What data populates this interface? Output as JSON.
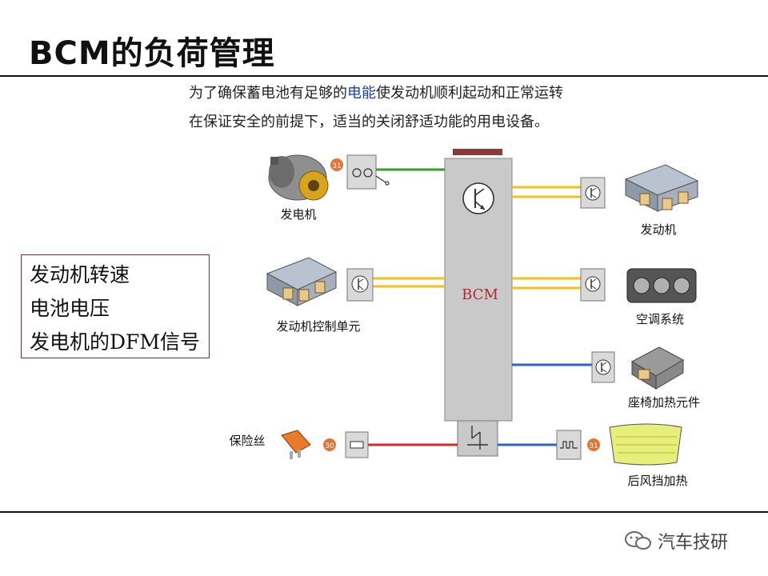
{
  "slide": {
    "title": "BCM的负荷管理",
    "intro_line1_pre": "为了确保蓄电池有足够的",
    "intro_line1_highlight": "电能",
    "intro_line1_post": "使发动机顺利起动和正常运转",
    "intro_line2": "在保证安全的前提下，适当的关闭舒适功能的用电设备。",
    "inputs": [
      "发动机转速",
      "电池电压",
      "发电机的DFM信号"
    ],
    "watermark": "汽车技研"
  },
  "diagram": {
    "center_label": "BCM",
    "left_components": {
      "generator": "发电机",
      "engine_ecu": "发动机控制单元",
      "fuse": "保险丝"
    },
    "right_components": {
      "engine": "发动机",
      "ac": "空调系统",
      "seat_heater": "座椅加热元件",
      "rear_window_heater": "后风挡加热"
    },
    "terminals": {
      "t31_a": "31",
      "t30": "30",
      "t31_b": "31"
    },
    "colors": {
      "green": "#3b9b2e",
      "yellow": "#f2c21b",
      "blue": "#2a63c9",
      "red": "#d62a2a",
      "bcm_fill": "#c9c9c9",
      "terminal_orange": "#e0753a"
    }
  }
}
